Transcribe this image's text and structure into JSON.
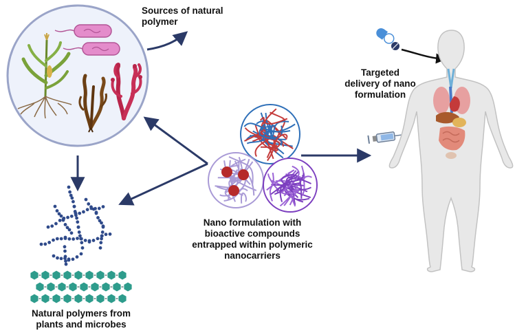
{
  "labels": {
    "sources": [
      "Sources of natural",
      "polymer"
    ],
    "targeted": [
      "Targeted",
      "delivery of nano",
      "formulation"
    ],
    "nano": [
      "Nano formulation with",
      "bioactive compounds",
      "entrapped within polymeric",
      "nanocarriers"
    ],
    "natural": [
      "Natural polymers from",
      "plants and microbes"
    ]
  },
  "colors": {
    "arrow": "#2b3a67",
    "circle_border": "#9aa4c8",
    "circle_fill": "#eef2fb",
    "microbe": "#d873b8",
    "polymer_dot": "#2f4a8a",
    "hexagon": "#2e9c8c",
    "blue_strand": "#2e6fb8",
    "red_strand": "#c43a3a",
    "purple_strand": "#7c3fbf",
    "lavender_strand": "#a99ad6",
    "red_sphere": "#b62a2a",
    "body": "#e6e6e6",
    "organ": "#d9825b"
  },
  "icons": [
    "pill-capsule-icon",
    "syringe-icon",
    "plant-icon",
    "seaweed-icon",
    "bacteria-icon",
    "human-body-icon"
  ]
}
